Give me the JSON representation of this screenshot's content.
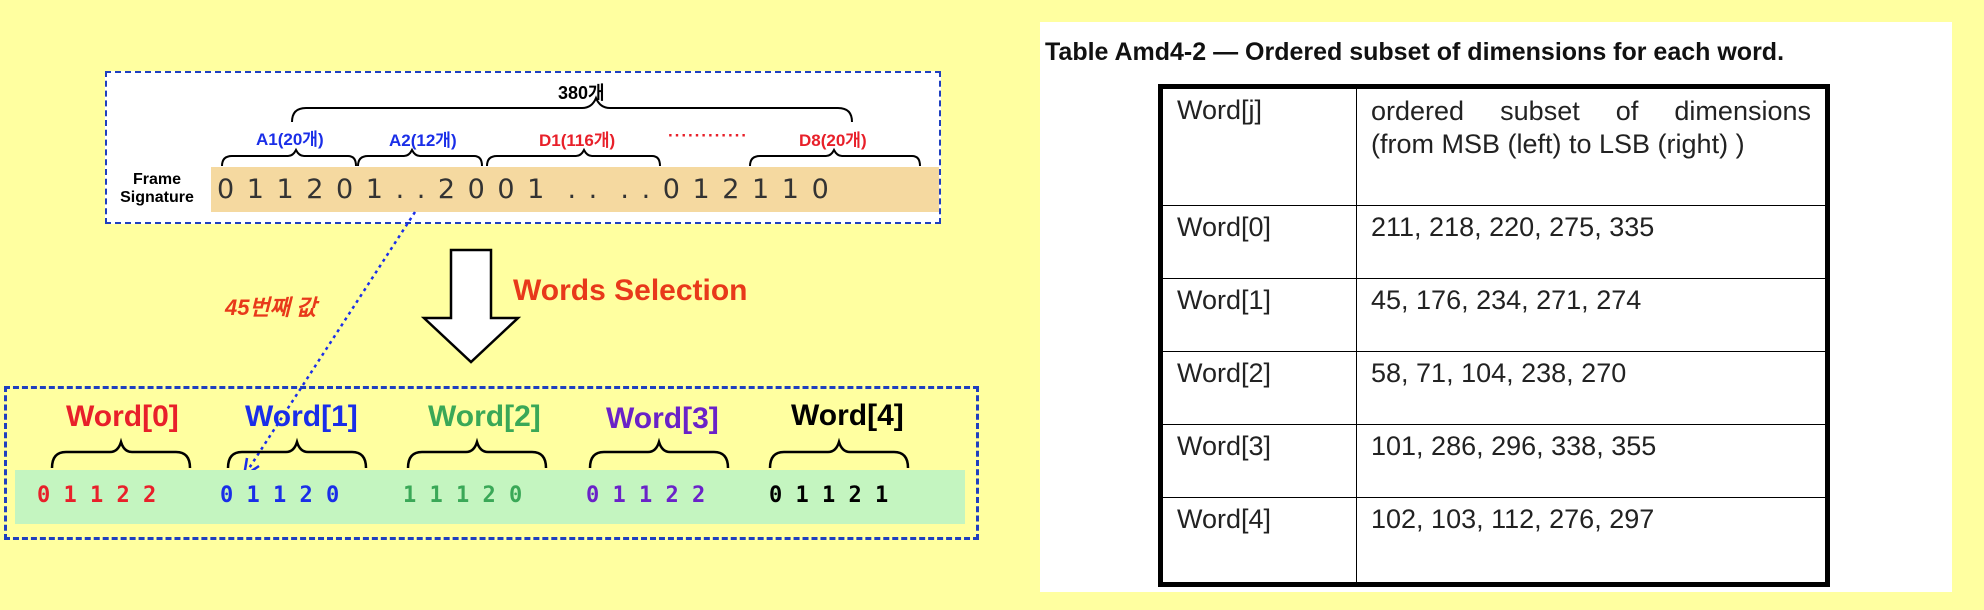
{
  "frame_signature": {
    "label_line1": "Frame",
    "label_line2": "Signature",
    "digits": "0 1 1 2 0 1 . . 2 0 0 1  . .  . . 0 1 2 1 1 0",
    "total_label": "380개",
    "segments": [
      {
        "label": "A1(20개)",
        "color": "#1a2ee8"
      },
      {
        "label": "A2(12개)",
        "color": "#1a2ee8"
      },
      {
        "label": "D1(116개)",
        "color": "#e8202a"
      },
      {
        "label": "············",
        "color": "#e8202a"
      },
      {
        "label": "D8(20개)",
        "color": "#e8202a"
      }
    ]
  },
  "selection": {
    "arrow_label": "Words Selection",
    "nth_label": "45번째 값"
  },
  "words": [
    {
      "label": "Word[0]",
      "digits": "0 1 1 2 2",
      "color": "#e8202a"
    },
    {
      "label": "Word[1]",
      "digits": "0 1 1 2 0",
      "color": "#1a2ee8"
    },
    {
      "label": "Word[2]",
      "digits": "1 1 1 2 0",
      "color": "#3aa857"
    },
    {
      "label": "Word[3]",
      "digits": "0 1 1 2 2",
      "color": "#6a22c8"
    },
    {
      "label": "Word[4]",
      "digits": "0 1 1 2 1",
      "color": "#000000"
    }
  ],
  "table": {
    "title": "Table Amd4-2 — Ordered subset of dimensions for each word.",
    "header": {
      "col1": "Word[j]",
      "col2_line1": "ordered subset of dimensions",
      "col2_line2": "(from MSB (left) to LSB (right) )"
    },
    "rows": [
      {
        "word": "Word[0]",
        "dims": "211, 218, 220, 275, 335"
      },
      {
        "word": "Word[1]",
        "dims": "45, 176, 234, 271, 274"
      },
      {
        "word": "Word[2]",
        "dims": "58, 71, 104, 238, 270"
      },
      {
        "word": "Word[3]",
        "dims": "101, 286, 296, 338, 355"
      },
      {
        "word": "Word[4]",
        "dims": "102, 103, 112, 276, 297"
      }
    ]
  }
}
